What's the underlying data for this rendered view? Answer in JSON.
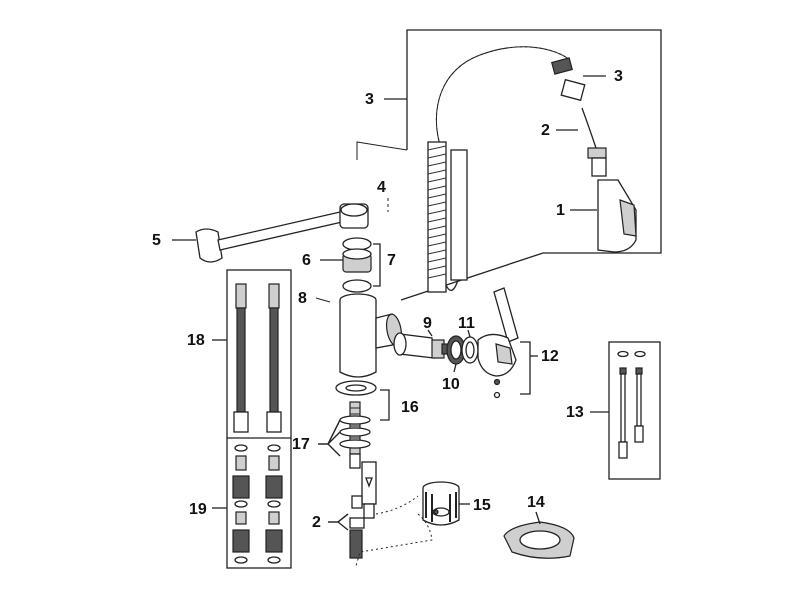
{
  "callouts": {
    "c1": "1",
    "c2a": "2",
    "c2b": "2",
    "c3a": "3",
    "c3b": "3",
    "c4": "4",
    "c5": "5",
    "c6": "6",
    "c7": "7",
    "c8": "8",
    "c9": "9",
    "c10": "10",
    "c11": "11",
    "c12": "12",
    "c13": "13",
    "c14": "14",
    "c15": "15",
    "c16": "16",
    "c17": "17",
    "c18": "18",
    "c19": "19"
  },
  "colors": {
    "line": "#222222",
    "fill": "#ffffff",
    "shade": "#cfcfcf",
    "dark": "#555555"
  },
  "icons": {
    "coiled-spring": "coiled-spring-icon",
    "spray-head": "spray-head-icon",
    "braided-hose": "braided-hose-icon",
    "mixer-body": "mixer-body-icon",
    "cartridge": "cartridge-icon",
    "lever-handle": "lever-handle-icon",
    "diverter-valve": "diverter-valve-icon",
    "base-plate": "base-plate-icon"
  }
}
